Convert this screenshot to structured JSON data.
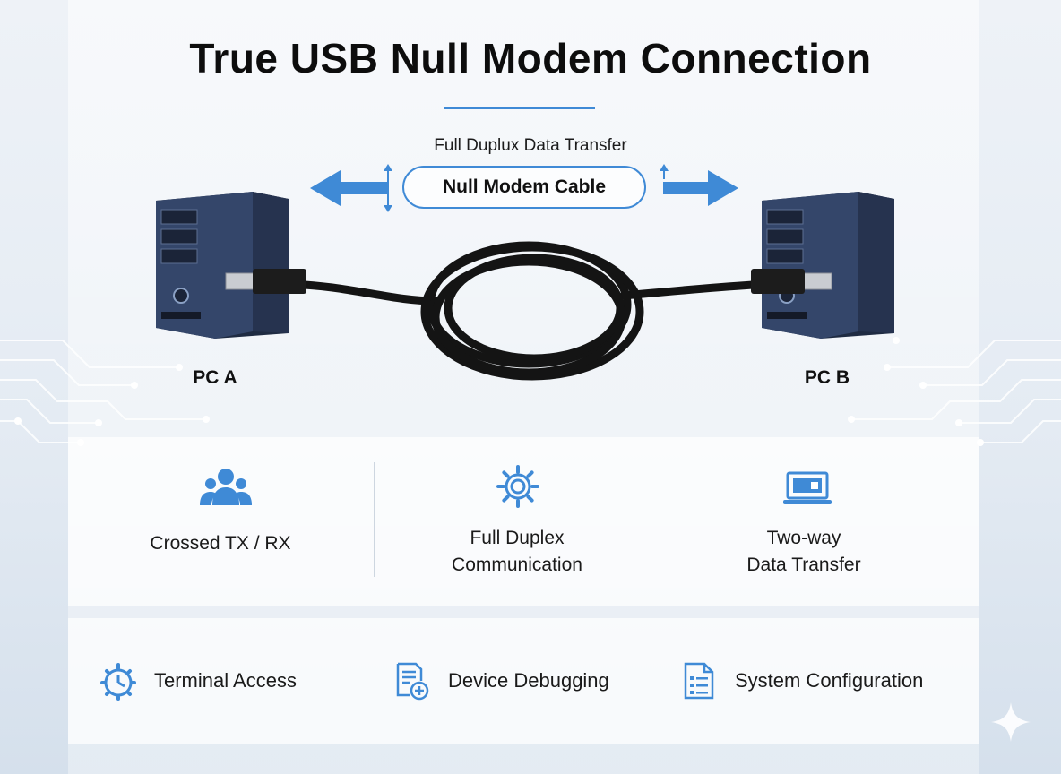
{
  "title": "True USB Null Modem Connection",
  "duplex_label": "Full Duplux Data Transfer",
  "cable_label": "Null Modem Cable",
  "pcs": [
    {
      "label": "PC A"
    },
    {
      "label": "PC B"
    }
  ],
  "features": [
    {
      "icon": "users-icon",
      "lines": [
        "Crossed TX / RX"
      ]
    },
    {
      "icon": "gear-icon",
      "lines": [
        "Full Duplex",
        "Communication"
      ]
    },
    {
      "icon": "laptop-icon",
      "lines": [
        "Two-way",
        "Data Transfer"
      ]
    }
  ],
  "uses": [
    {
      "icon": "timer-gear-icon",
      "label": "Terminal Access"
    },
    {
      "icon": "document-plus-icon",
      "label": "Device Debugging"
    },
    {
      "icon": "document-list-icon",
      "label": "System Configuration"
    }
  ],
  "colors": {
    "accent": "#3f8ad6",
    "case": "#2e3d5a",
    "cable": "#141414"
  }
}
